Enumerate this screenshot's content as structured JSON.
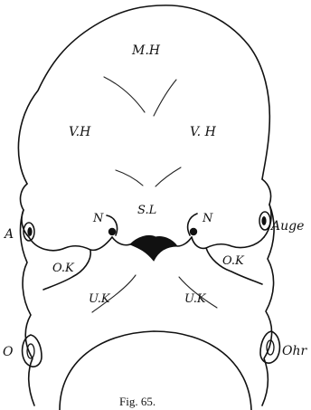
{
  "figure": {
    "caption": "Fig. 65.",
    "labels": {
      "mh": "M.H",
      "vh_left": "V.H",
      "vh_right": "V. H",
      "sl": "S.L",
      "n_left": "N",
      "n_right": "N",
      "a": "A",
      "auge": "Auge",
      "ok_left": "O.K",
      "ok_right": "O.K",
      "uk_left": "U.K",
      "uk_right": "U.K",
      "o": "O",
      "ohr": "Ohr"
    }
  }
}
